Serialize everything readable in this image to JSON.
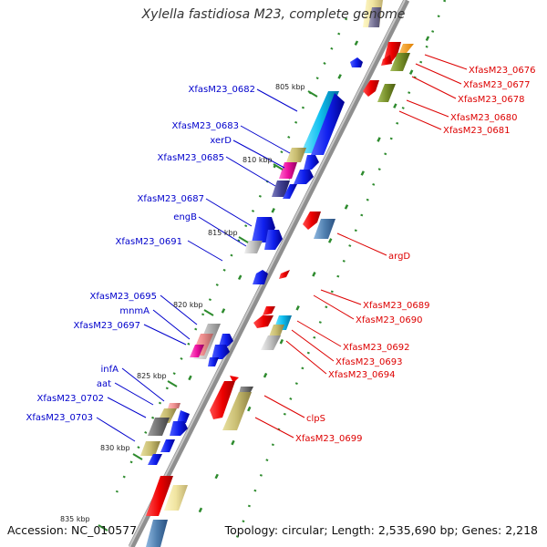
{
  "title": "Xylella fastidiosa M23, complete genome",
  "accession": "Accession: NC_010577",
  "topology": "Topology: circular; Length: 2,535,690 bp; Genes: 2,218",
  "colors": {
    "backbone": "#8f8f8f",
    "plus_strand_label": "#0000cc",
    "minus_strand_label": "#dd0000",
    "tick_dots": "#2e8b2e"
  },
  "kbp_marks": [
    "805 kbp",
    "810 kbp",
    "815 kbp",
    "820 kbp",
    "825 kbp",
    "830 kbp",
    "835 kbp"
  ],
  "left_labels": [
    "XfasM23_0682",
    "XfasM23_0683",
    "xerD",
    "XfasM23_0685",
    "XfasM23_0687",
    "engB",
    "XfasM23_0691",
    "XfasM23_0695",
    "mnmA",
    "XfasM23_0697",
    "infA",
    "aat",
    "XfasM23_0702",
    "XfasM23_0703"
  ],
  "right_labels": [
    "XfasM23_0676",
    "XfasM23_0677",
    "XfasM23_0678",
    "XfasM23_0680",
    "XfasM23_0681",
    "argD",
    "XfasM23_0689",
    "XfasM23_0690",
    "XfasM23_0692",
    "XfasM23_0693",
    "XfasM23_0694",
    "clpS",
    "XfasM23_0699"
  ]
}
